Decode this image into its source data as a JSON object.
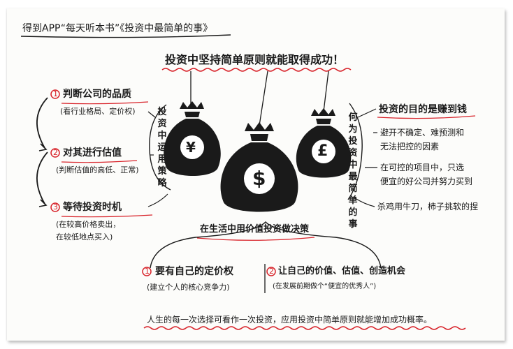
{
  "source_title": "得到APP“每天听本书”《投资中最简单的事》",
  "main_heading": "投资中坚持简单原则就能取得成功！",
  "left_section": {
    "vertical_label": "投资中运用策略",
    "items": [
      {
        "number": "1",
        "title": "判断公司的品质",
        "lines": [
          "(看行业格局、定价权)"
        ]
      },
      {
        "number": "2",
        "title": "对其进行估值",
        "lines": [
          "(判断估值的高低、正常)"
        ]
      },
      {
        "number": "3",
        "title": "等待投资时机",
        "lines": [
          "(在较高价格卖出，",
          "在较低地点买入)"
        ]
      }
    ]
  },
  "right_section": {
    "vertical_label": "何为投资中最简单的事",
    "heading": "投资的目的是赚到钱",
    "items": [
      {
        "lines": [
          "避开不确定、难预测和",
          "无法把控的因素"
        ]
      },
      {
        "lines": [
          "在可控的项目中，只选",
          "便宜的好公司并努力买到"
        ]
      },
      {
        "lines": [
          "杀鸡用牛刀，柿子挑软的捏"
        ]
      }
    ]
  },
  "bags": [
    {
      "symbol": "¥",
      "name": "yen"
    },
    {
      "symbol": "$",
      "name": "dollar"
    },
    {
      "symbol": "£",
      "name": "pound"
    }
  ],
  "bottom_section": {
    "heading": "在生活中用价值投资做决策",
    "items": [
      {
        "number": "1",
        "title": "要有自己的定价权",
        "lines": [
          "(建立个人的核心竞争力)"
        ]
      },
      {
        "number": "2",
        "title": "让自己的价值、估值、创造机会",
        "lines": [
          "(在发展前期做个“便宜的优秀人”)"
        ]
      }
    ]
  },
  "footer": "人生的每一次选择可看作一次投资，应用投资中简单原则就能增加成功概率。",
  "colors": {
    "ink": "#1a1a1a",
    "accent": "#d8232a",
    "paper": "#fcfcfa"
  }
}
